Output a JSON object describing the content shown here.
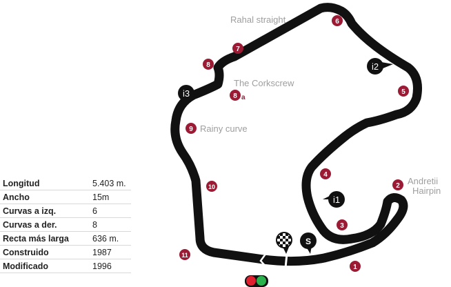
{
  "circuit": {
    "track_color": "#111111",
    "turn_marker_color": "#9b1b35",
    "label_color": "#9e9e9e",
    "labels": {
      "rahal": "Rahal straight",
      "corkscrew": "The Corkscrew",
      "rainy": "Rainy curve",
      "andretti_1": "Andretii",
      "andretti_2": "Hairpin"
    },
    "turns": {
      "t1": "1",
      "t2": "2",
      "t3": "3",
      "t4": "4",
      "t5": "5",
      "t6": "6",
      "t7": "7",
      "t8": "8",
      "t8a_num": "8",
      "t8a_suffix": "a",
      "t9": "9",
      "t10": "10",
      "t11": "11"
    },
    "intermediates": {
      "i1": "i1",
      "i2": "i2",
      "i3": "i3"
    },
    "start_marker": "S",
    "lights": {
      "red": "#e0202e",
      "green": "#2bb24c"
    }
  },
  "stats": [
    {
      "label": "Longitud",
      "value": "5.403 m."
    },
    {
      "label": "Ancho",
      "value": "15m"
    },
    {
      "label": "Curvas a izq.",
      "value": "6"
    },
    {
      "label": "Curvas a der.",
      "value": "8"
    },
    {
      "label": "Recta más larga",
      "value": "636 m."
    },
    {
      "label": "Construido",
      "value": "1987"
    },
    {
      "label": "Modificado",
      "value": "1996"
    }
  ]
}
